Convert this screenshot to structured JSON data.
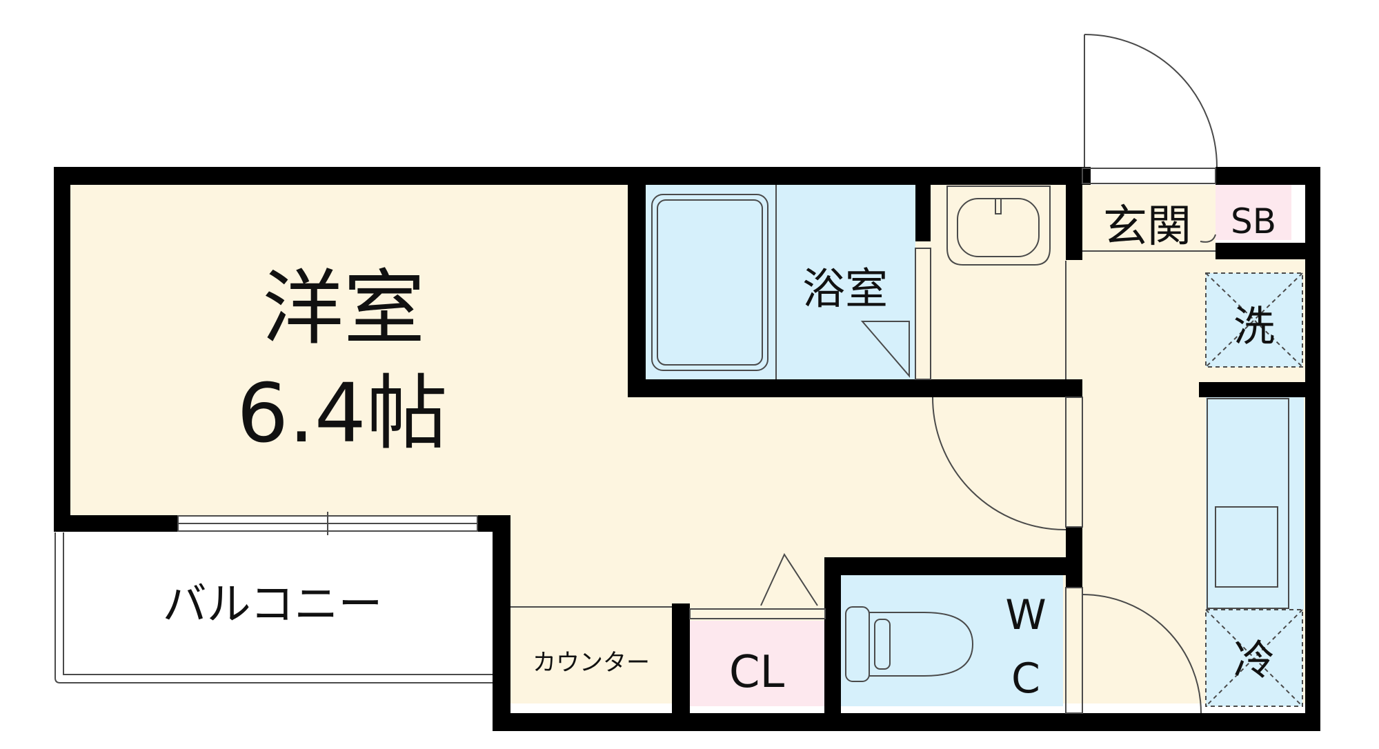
{
  "rooms": {
    "western_room_name": "洋室",
    "western_room_size": "6.4帖",
    "bathroom": "浴室",
    "entrance": "玄関",
    "shoe_box": "SB",
    "washer": "洗",
    "refrigerator": "冷",
    "balcony": "バルコニー",
    "counter": "カウンター",
    "closet": "CL",
    "wc_top": "W",
    "wc_bottom": "C"
  },
  "colors": {
    "wall": "#000000",
    "floor": "#fdf5e0",
    "wet_area": "#d6f0fb",
    "closet": "#fde8ee",
    "fixture_stroke": "#4a4a4a"
  }
}
